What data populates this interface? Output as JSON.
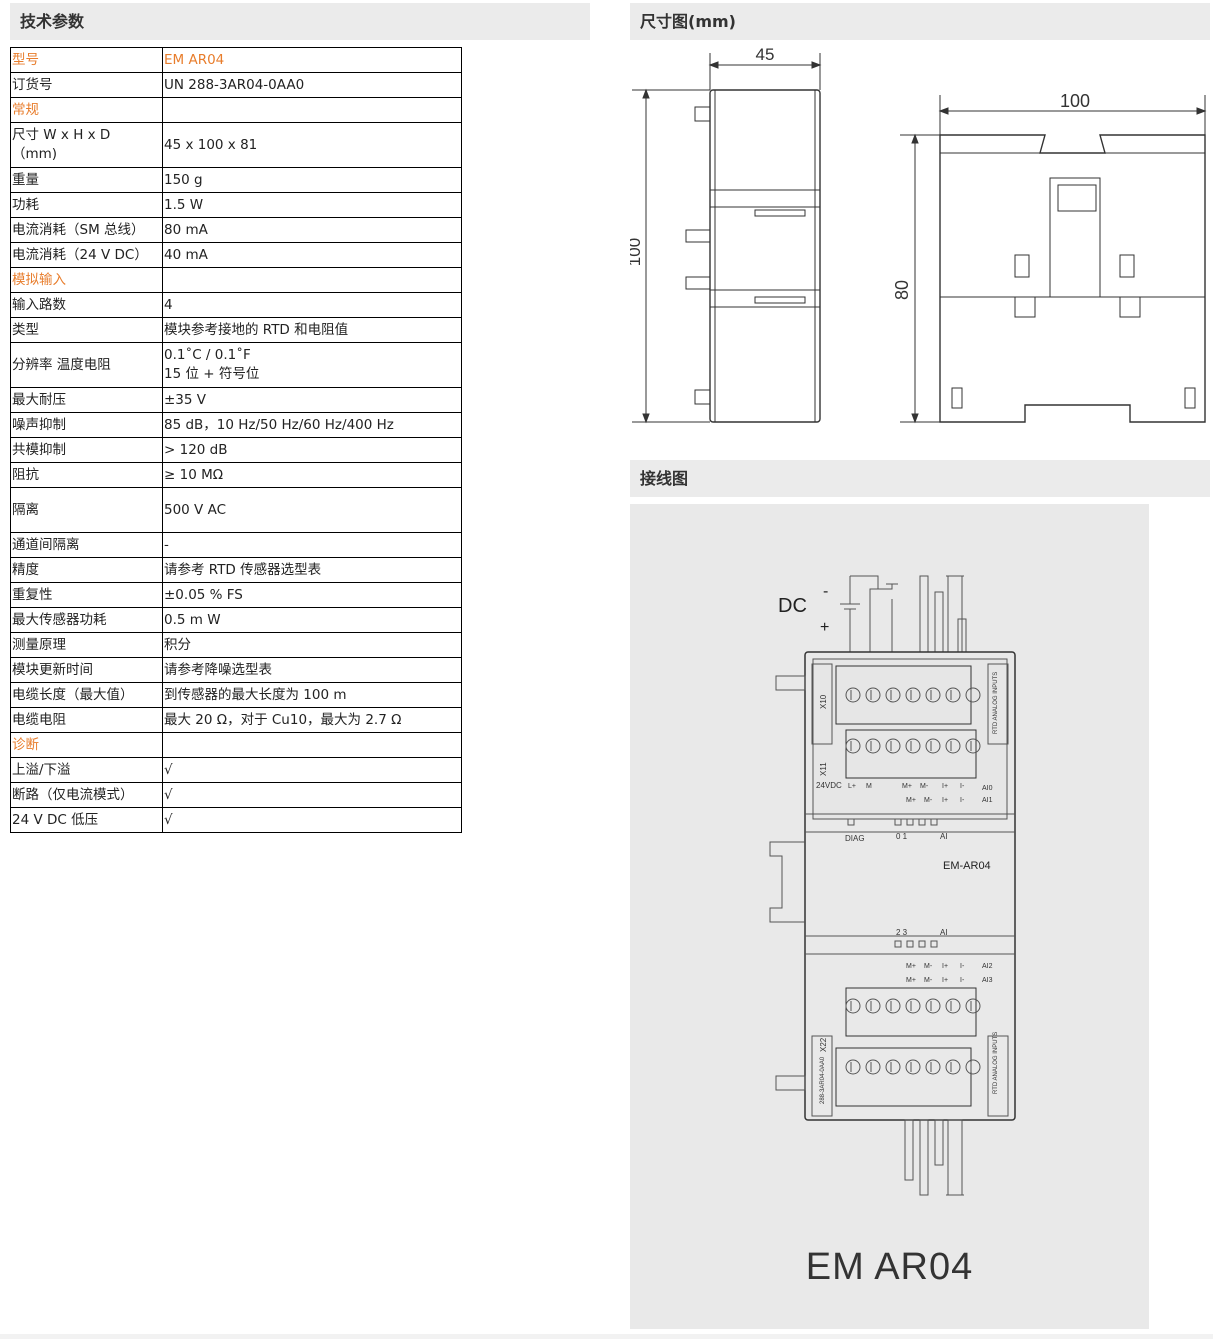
{
  "headers": {
    "specs": "技术参数",
    "dimensions": "尺寸图(mm)",
    "wiring": "接线图"
  },
  "spec_rows": [
    {
      "key": "型号",
      "value": "EM AR04",
      "orange": true
    },
    {
      "key": "订货号",
      "value": "UN 288-3AR04-0AA0"
    },
    {
      "key": "常规",
      "value": "",
      "orange": true
    },
    {
      "key": "尺寸 W x H x D\n（mm)",
      "value": "45 x 100 x 81"
    },
    {
      "key": "重量",
      "value": "150 g"
    },
    {
      "key": "功耗",
      "value": "1.5 W"
    },
    {
      "key": "电流消耗（SM 总线）",
      "value": "80 mA"
    },
    {
      "key": "电流消耗（24 V DC）",
      "value": "40 mA"
    },
    {
      "key": "模拟输入",
      "value": "",
      "orange": true
    },
    {
      "key": "输入路数",
      "value": "4"
    },
    {
      "key": "类型",
      "value": "模块参考接地的 RTD 和电阻值"
    },
    {
      "key": "分辨率 温度电阻",
      "value": "0.1˚C / 0.1˚F\n 15 位 + 符号位"
    },
    {
      "key": "最大耐压",
      "value": "±35 V"
    },
    {
      "key": "噪声抑制",
      "value": "85 dB，10 Hz/50 Hz/60 Hz/400 Hz"
    },
    {
      "key": "共模抑制",
      "value": "> 120 dB"
    },
    {
      "key": "阻抗",
      "value": "≥ 10 MΩ"
    },
    {
      "key": "隔离",
      "value": "500 V AC"
    },
    {
      "key": "通道间隔离",
      "value": "-"
    },
    {
      "key": "精度",
      "value": "请参考 RTD 传感器选型表"
    },
    {
      "key": "重复性",
      "value": "±0.05 % FS"
    },
    {
      "key": "最大传感器功耗",
      "value": "0.5 m W"
    },
    {
      "key": "测量原理",
      "value": "积分"
    },
    {
      "key": "模块更新时间",
      "value": "请参考降噪选型表"
    },
    {
      "key": "电缆长度（最大值）",
      "value": "到传感器的最大长度为 100 m"
    },
    {
      "key": "电缆电阻",
      "value": "最大 20 Ω，对于 Cu10，最大为 2.7 Ω"
    },
    {
      "key": "诊断",
      "value": "",
      "orange": true
    },
    {
      "key": "上溢/下溢",
      "value": "√"
    },
    {
      "key": "断路（仅电流模式）",
      "value": "√"
    },
    {
      "key": "24 V DC 低压",
      "value": "√"
    }
  ],
  "dimension_drawing": {
    "width_label": "45",
    "height_label": "100",
    "depth_label": "100",
    "side_height_label": "80"
  },
  "wiring_drawing": {
    "dc_label": "DC",
    "minus": "-",
    "plus": "+",
    "x10": "X10",
    "x11": "X11",
    "x22": "X22",
    "supply": "24VDC",
    "diag": "DIAG",
    "module_name": "EM-AR04",
    "ai0": "AI0",
    "ai1": "AI1",
    "ai2": "AI2",
    "ai3": "AI3",
    "terminal_top": [
      "L+",
      "M",
      "M+",
      "M-",
      "I+",
      "I-"
    ],
    "terminal_mid": [
      "M+",
      "M-",
      "I+",
      "I-"
    ],
    "ch_top": "0  1",
    "ch_bottom": "2  3",
    "ai_short": "AI",
    "side_text": "RTD ANALOG INPUTS",
    "order_text": "288-3AR04-0AA0",
    "title": "EM AR04"
  }
}
